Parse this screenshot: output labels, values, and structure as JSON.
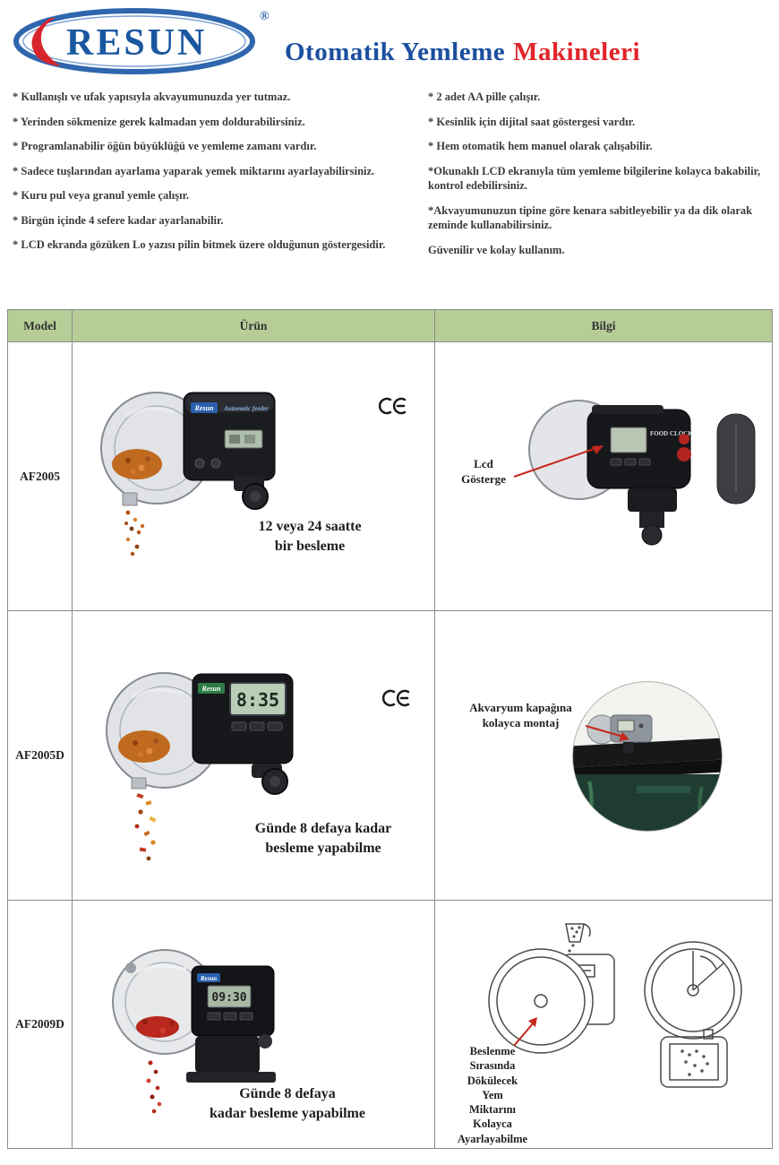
{
  "colors": {
    "title_blue": "#1b4f9f",
    "title_red": "#e02529",
    "brand_blue": "#1a57a0",
    "logo_red": "#d6252b",
    "table_header_green": "#b7cd97",
    "arrow_red": "#c5281c"
  },
  "header": {
    "brand": "RESUN",
    "registered": "®",
    "title_blue": "Otomatik Yemleme",
    "title_red": "Makineleri"
  },
  "features": {
    "left": [
      "* Kullanışlı ve ufak yapısıyla akvayumunuzda yer tutmaz.",
      "* Yerinden sökmenize gerek kalmadan yem doldurabilirsiniz.",
      "* Programlanabilir öğün büyüklüğü ve yemleme zamanı vardır.",
      "* Sadece tuşlarından ayarlama yaparak yemek miktarını ayarlayabilirsiniz.",
      "* Kuru pul veya granul yemle çalışır.",
      "* Birgün içinde 4 sefere kadar ayarlanabilir.",
      "* LCD ekranda gözüken Lo yazısı pilin bitmek üzere olduğunun göstergesidir."
    ],
    "right": [
      "* 2 adet AA pille çalışır.",
      "* Kesinlik için dijital saat göstergesi vardır.",
      "* Hem otomatik hem manuel olarak çalışabilir.",
      "*Okunaklı LCD ekranıyla tüm yemleme bilgilerine kolayca bakabilir, kontrol edebilirsiniz.",
      "*Akvayumunuzun tipine göre kenara sabitleyebilir ya da dik olarak zeminde kullanabilirsiniz.",
      "Güvenilir ve kolay kullanım."
    ]
  },
  "table": {
    "headers": [
      "Model",
      "Ürün",
      "Bilgi"
    ],
    "rows": [
      {
        "model": "AF2005",
        "caption": "12 veya 24 saatte\nbir besleme",
        "brand_label": "Resun",
        "panel_text": "Automatic feeder",
        "info_label": "Lcd\nGösterge",
        "device_text": "FOOD CLOCK"
      },
      {
        "model": "AF2005D",
        "caption": "Günde 8 defaya kadar\nbesleme yapabilme",
        "brand_label": "Resun",
        "lcd": "8:35",
        "info_label": "Akvaryum kapağına\nkolayca montaj"
      },
      {
        "model": "AF2009D",
        "caption": "Günde 8 defaya\nkadar besleme yapabilme",
        "brand_label": "Resun",
        "lcd": "09:30",
        "info_label": "Beslenme\nSırasında\nDökülecek\nYem\nMiktarını\nKolayca\nAyarlayabilme"
      }
    ]
  }
}
